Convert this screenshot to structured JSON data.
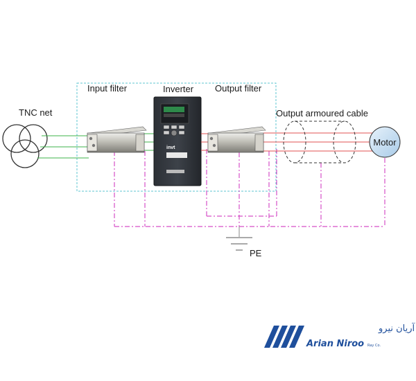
{
  "labels": {
    "tnc_net": "TNC net",
    "input_filter": "Input filter",
    "inverter": "Inverter",
    "output_filter": "Output filter",
    "output_cable": "Output armoured cable",
    "motor": "Motor",
    "pe": "PE"
  },
  "inverter_brand": "invt",
  "logo": {
    "name_fa": "شرکت آریان نیرو",
    "name_en": "Arian Niroo",
    "suffix": "Ray Co."
  },
  "colors": {
    "dashed_box": "#5cc5d0",
    "ground_line": "#d64fc8",
    "input_wire": "#3cb34a",
    "output_wire": "#e05050",
    "logo_blue": "#1f4f9c"
  }
}
